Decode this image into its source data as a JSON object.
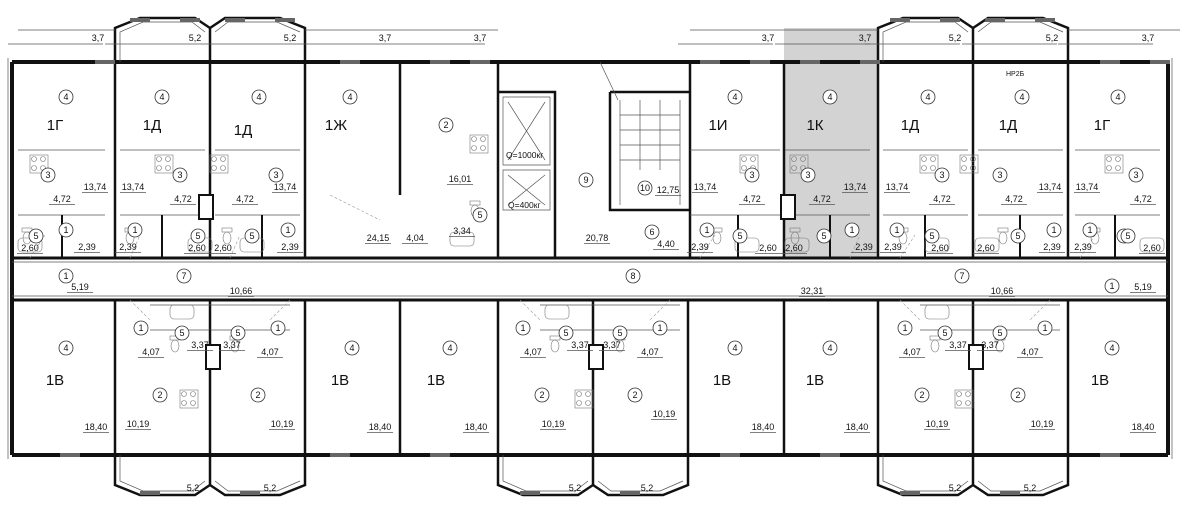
{
  "apartment_labels": [
    {
      "id": "a1",
      "text": "1Г"
    },
    {
      "id": "a2",
      "text": "1Д"
    },
    {
      "id": "a3",
      "text": "1Д"
    },
    {
      "id": "a4",
      "text": "1Ж"
    },
    {
      "id": "a5",
      "text": "1И"
    },
    {
      "id": "a6",
      "text": "1К"
    },
    {
      "id": "a7",
      "text": "1Д"
    },
    {
      "id": "a8",
      "text": "1Д"
    },
    {
      "id": "a9",
      "text": "1Г"
    },
    {
      "id": "b1",
      "text": "1В"
    },
    {
      "id": "b2",
      "text": "1В"
    },
    {
      "id": "b3",
      "text": "1В"
    },
    {
      "id": "b4",
      "text": "1В"
    },
    {
      "id": "b5",
      "text": "1В"
    },
    {
      "id": "b6",
      "text": "1В"
    }
  ],
  "room_numbers": [
    "4",
    "4",
    "4",
    "4",
    "2",
    "4",
    "4",
    "4",
    "4",
    "4",
    "3",
    "3",
    "3",
    "3",
    "3",
    "3",
    "3",
    "3",
    "5",
    "1",
    "1",
    "5",
    "5",
    "1",
    "6",
    "1",
    "5",
    "5",
    "1",
    "1",
    "5",
    "5",
    "1",
    "1",
    "5",
    "5",
    "1",
    "7",
    "8",
    "7",
    "1",
    "4",
    "1",
    "5",
    "5",
    "1",
    "4",
    "4",
    "1",
    "5",
    "5",
    "1",
    "4",
    "4",
    "1",
    "5",
    "5",
    "1",
    "4",
    "2",
    "2",
    "2",
    "2",
    "2",
    "2",
    "9",
    "10",
    "5"
  ],
  "areas": [
    "13,74",
    "13,74",
    "13,74",
    "13,74",
    "13,74",
    "13,74",
    "13,74",
    "13,74",
    "4,72",
    "4,72",
    "4,72",
    "4,72",
    "4,72",
    "4,72",
    "4,72",
    "4,72",
    "2,60",
    "2,39",
    "2,39",
    "2,60",
    "2,60",
    "2,39",
    "2,39",
    "2,60",
    "2,60",
    "2,39",
    "2,39",
    "2,60",
    "2,60",
    "2,39",
    "2,39",
    "2,60",
    "16,01",
    "24,15",
    "4,04",
    "3,34",
    "12,75",
    "20,78",
    "4,40",
    "5,19",
    "10,66",
    "32,31",
    "10,66",
    "5,19",
    "4,07",
    "3,37",
    "3,37",
    "4,07",
    "4,07",
    "3,37",
    "3,37",
    "4,07",
    "4,07",
    "3,37",
    "3,37",
    "4,07",
    "18,40",
    "10,19",
    "10,19",
    "18,40",
    "18,40",
    "10,19",
    "10,19",
    "18,40",
    "18,40",
    "10,19",
    "10,19",
    "18,40"
  ],
  "dimensions_top": [
    "3,7",
    "5,2",
    "5,2",
    "3,7",
    "3,7",
    "3,7",
    "3,7",
    "5,2",
    "5,2",
    "3,7"
  ],
  "dimensions_bottom": [
    "5,2",
    "5,2",
    "5,2",
    "5,2",
    "5,2",
    "5,2"
  ],
  "elevators": [
    {
      "text": "Q=1000кг"
    },
    {
      "text": "Q=400кг"
    }
  ],
  "tag": "НР2Б",
  "highlight_color": "#d3d3d3"
}
